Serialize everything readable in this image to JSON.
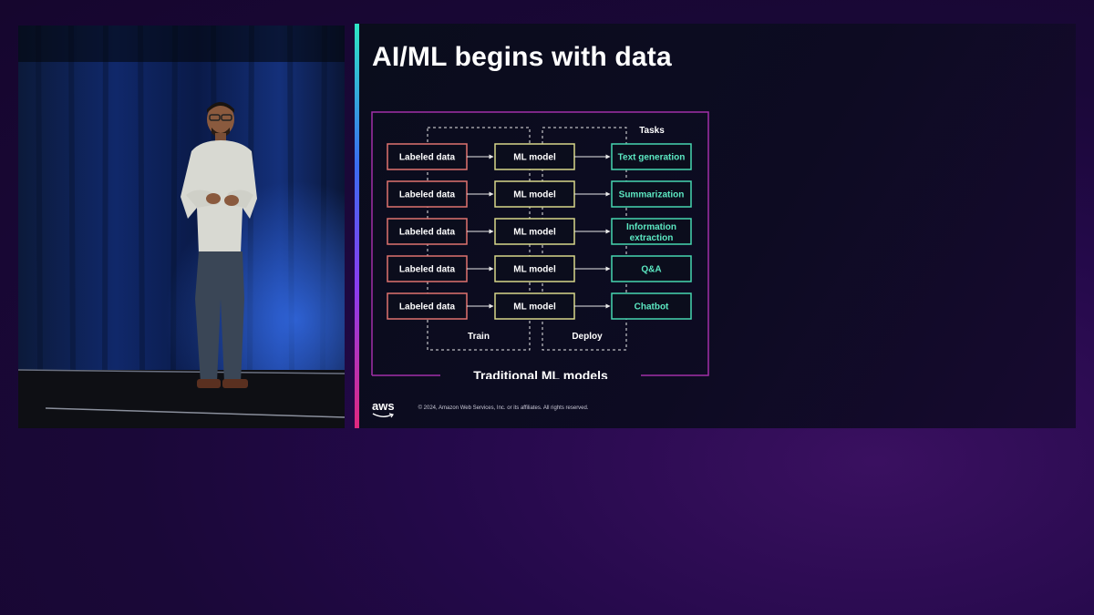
{
  "slide": {
    "title": "AI/ML begins with data",
    "diagram": {
      "tasks_header": "Tasks",
      "rows": [
        {
          "input": "Labeled data",
          "model": "ML model",
          "task": "Text generation"
        },
        {
          "input": "Labeled data",
          "model": "ML model",
          "task": "Summarization"
        },
        {
          "input": "Labeled data",
          "model": "ML model",
          "task": [
            "Information",
            "extraction"
          ]
        },
        {
          "input": "Labeled data",
          "model": "ML model",
          "task": "Q&A"
        },
        {
          "input": "Labeled data",
          "model": "ML model",
          "task": "Chatbot"
        }
      ],
      "train_label": "Train",
      "deploy_label": "Deploy",
      "frame_label": "Traditional ML models"
    },
    "footer": {
      "logo_text": "aws",
      "copyright": "© 2024, Amazon Web Services, Inc. or its affiliates. All rights reserved."
    }
  },
  "colors": {
    "input_border": "#e0736f",
    "model_border": "#d8d78a",
    "task_border": "#46d6b0",
    "task_text": "#5ce8c2",
    "frame_border": "#a22fa8",
    "dashed": "#e8e8e8"
  }
}
